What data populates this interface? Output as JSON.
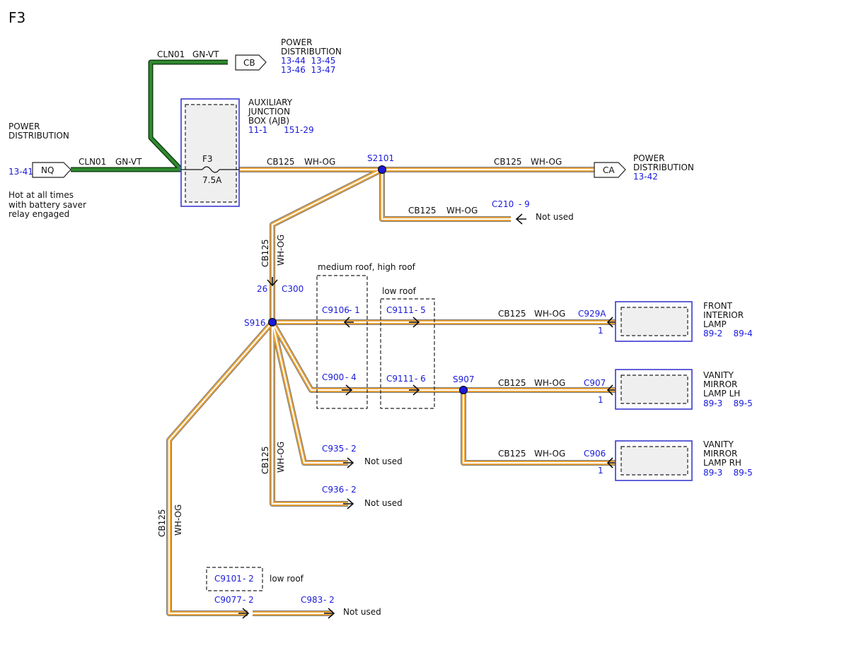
{
  "title": "F3",
  "power_left": {
    "line1": "POWER",
    "line2": "DISTRIBUTION",
    "ref": "13-41",
    "connector": "NQ",
    "note1": "Hot at all times",
    "note2": "with battery saver",
    "note3": "relay engaged"
  },
  "power_top": {
    "line1": "POWER",
    "line2": "DISTRIBUTION",
    "refs1": "13-44  13-45",
    "refs2": "13-46  13-47",
    "connector": "CB"
  },
  "power_right": {
    "line1": "POWER",
    "line2": "DISTRIBUTION",
    "ref": "13-42",
    "connector": "CA"
  },
  "ajb": {
    "line1": "AUXILIARY",
    "line2": "JUNCTION",
    "line3": "BOX (AJB)",
    "refs": "11-1      151-29",
    "fuse": "F3",
    "rating": "7.5A"
  },
  "wires": {
    "circuit_green": "CLN01",
    "color_green": "GN-VT",
    "circuit": "CB125",
    "color": "WH-OG"
  },
  "splices": {
    "s2101": "S2101",
    "s916": "S916",
    "s907": "S907"
  },
  "connectors": {
    "c210": "C210",
    "c210_pin": "- 9",
    "c300_pin": "26",
    "c300": "C300",
    "c9106": "C9106",
    "c9106_pin": "- 1",
    "c9111a": "C9111",
    "c9111a_pin": "- 5",
    "c900": "C900",
    "c900_pin": "- 4",
    "c9111b": "C9111",
    "c9111b_pin": "- 6",
    "c935": "C935",
    "c935_pin": "- 2",
    "c936": "C936",
    "c936_pin": "- 2",
    "c9101": "C9101",
    "c9101_pin": "- 2",
    "c9077": "C9077",
    "c9077_pin": "- 2",
    "c983": "C983",
    "c983_pin": "- 2",
    "c929a": "C929A",
    "c907": "C907",
    "c906": "C906",
    "pin1": "1"
  },
  "labels": {
    "not_used": "Not used",
    "medium_high_roof": "medium roof, high roof",
    "low_roof": "low roof"
  },
  "components": {
    "front_lamp": {
      "line1": "FRONT",
      "line2": "INTERIOR",
      "line3": "LAMP",
      "refs": "89-2    89-4"
    },
    "vanity_lh": {
      "line1": "VANITY",
      "line2": "MIRROR",
      "line3": "LAMP LH",
      "refs": "89-3    89-5"
    },
    "vanity_rh": {
      "line1": "VANITY",
      "line2": "MIRROR",
      "line3": "LAMP RH",
      "refs": "89-3    89-5"
    }
  },
  "colors": {
    "reference_blue": "#1a1adb",
    "wire_orange": "#e8a33a",
    "wire_green": "#2f8a2f"
  }
}
